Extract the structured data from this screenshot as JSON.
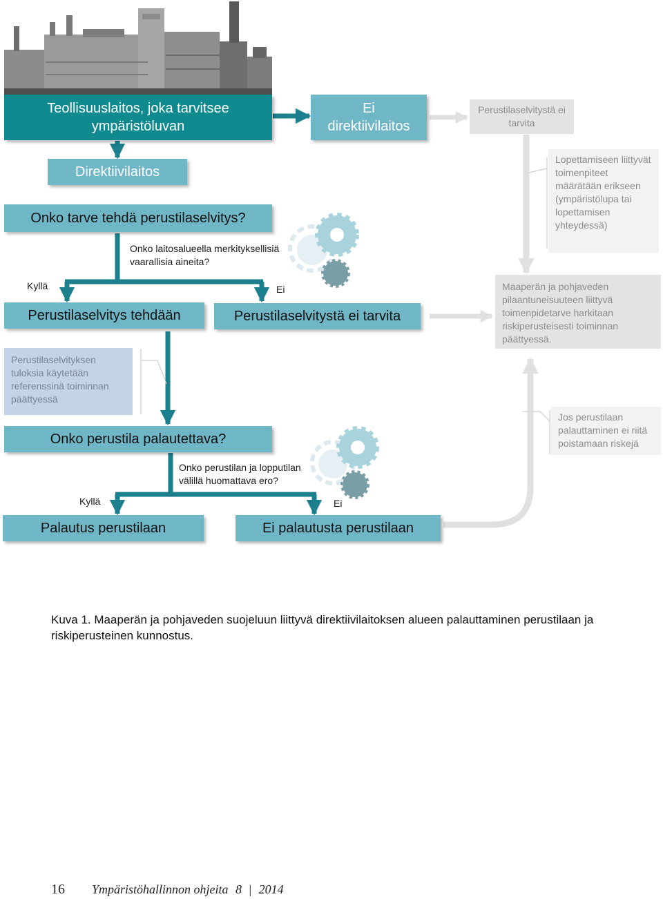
{
  "boxes": {
    "top": "Teollisuuslaitos, joka tarvitsee ympäristöluvan",
    "ei_direktiivi": "Ei direktiivilaitos",
    "ps_ei_tarvita_top": "Perustilaselvitystä ei tarvita",
    "direktiivilaitos": "Direktiivilaitos",
    "tarve": "Onko tarve tehdä perustilaselvitys?",
    "ps_tehdaan": "Perustilaselvitys tehdään",
    "ps_ei_tarvita": "Perustilaselvitystä ei tarvita",
    "palautettava": "Onko perustila palautettava?",
    "palautus": "Palautus perustilaan",
    "ei_palautusta": "Ei palautusta perustilaan"
  },
  "notes": {
    "lopettamiseen": "Lopettamiseen liittyvät toimenpiteet määrätään erikseen (ympäristölupa tai lopettamisen yhteydessä)",
    "maaperan": "Maaperän ja pohjaveden pilaantuneisuuteen liittyvä toimenpidetarve harkitaan riskiperusteisesti toiminnan päättyessä.",
    "tuloksia": "Perustilaselvityksen tuloksia käytetään referenssinä toiminnan päättyessä",
    "jos": "Jos perustilaan palauttaminen ei riitä poistamaan riskejä"
  },
  "questions": {
    "q1": "Onko laitosalueella merkityksellisiä vaarallisia aineita?",
    "q2": "Onko perustilan ja lopputilan välillä huomattava ero?"
  },
  "labels": {
    "kylla1": "Kyllä",
    "ei1": "Ei",
    "kylla2": "Kyllä",
    "ei2": "Ei"
  },
  "caption": "Kuva 1. Maaperän ja pohjaveden suojeluun liittyvä direktiivilaitoksen alueen palauttaminen perustilaan ja riskiperusteinen kunnostus.",
  "footer": {
    "page": "16",
    "series": "Ympäristöhallinnon ohjeita",
    "number": "8",
    "year": "2014"
  },
  "colors": {
    "dark_teal": "#0f8a8e",
    "mid_teal": "#6fb6c6",
    "arrow_teal": "#1b7f8d",
    "grey": "#e3e3e3",
    "light_blue": "#c3d3e8"
  }
}
